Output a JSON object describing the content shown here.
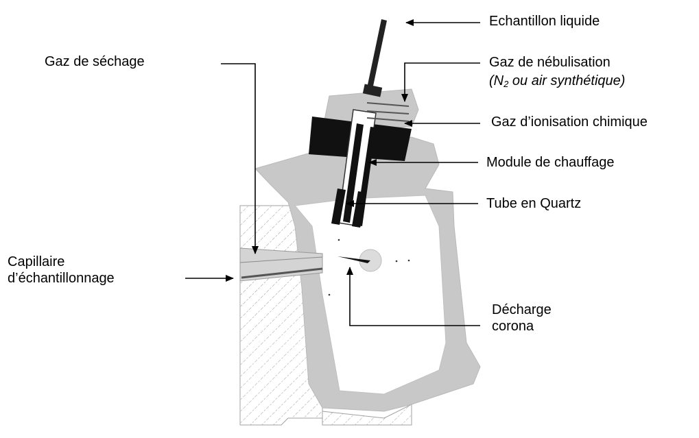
{
  "labels": {
    "echantillon": "Echantillon liquide",
    "nebulisation": "Gaz de nébulisation",
    "nebulisation_sub_pre": "(N",
    "nebulisation_sub_index": "2",
    "nebulisation_sub_post": " ou air synthétique)",
    "ionisation": "Gaz d’ionisation chimique",
    "chauffage": "Module de chauffage",
    "quartz": "Tube en Quartz",
    "sechage": "Gaz de séchage",
    "capillaire_line1": "Capillaire",
    "capillaire_line2": "d’échantillonnage",
    "decharge_line1": "Décharge",
    "decharge_line2": "corona"
  },
  "colors": {
    "housing": "#c8c8c8",
    "dark": "#111111",
    "hatch": "#8a8a8a",
    "line": "#000000"
  }
}
